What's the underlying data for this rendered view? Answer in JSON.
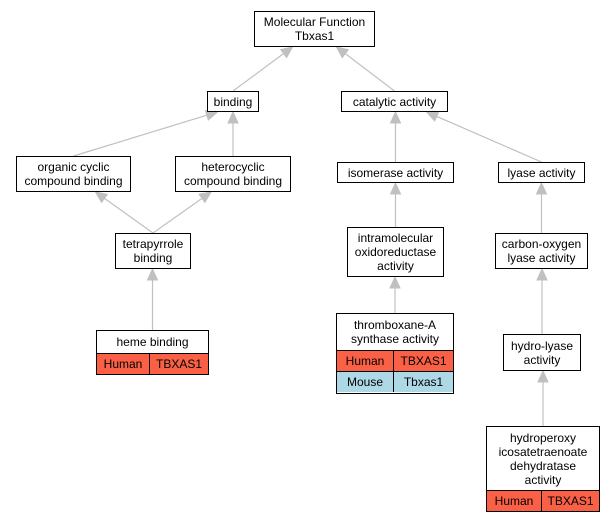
{
  "colors": {
    "edge": "#c0c0c0",
    "node_border": "#000000",
    "human": "#fa6046",
    "mouse": "#add8e6"
  },
  "nodes": {
    "root": {
      "label": "Molecular Function\nTbxas1"
    },
    "binding": {
      "label": "binding"
    },
    "catalytic": {
      "label": "catalytic activity"
    },
    "organic": {
      "label": "organic cyclic\ncompound binding"
    },
    "heterocyclic": {
      "label": "heterocyclic\ncompound binding"
    },
    "isomerase": {
      "label": "isomerase activity"
    },
    "lyase": {
      "label": "lyase activity"
    },
    "tetrapyrrole": {
      "label": "tetrapyrrole\nbinding"
    },
    "intramolecular": {
      "label": "intramolecular\noxidoreductase\nactivity"
    },
    "carbonoxygen": {
      "label": "carbon-oxygen\nlyase activity"
    },
    "heme": {
      "label": "heme binding",
      "annotations": [
        {
          "species": "Human",
          "gene": "TBXAS1",
          "color": "#fa6046"
        }
      ]
    },
    "thromboxane": {
      "label": "thromboxane-A\nsynthase activity",
      "annotations": [
        {
          "species": "Human",
          "gene": "TBXAS1",
          "color": "#fa6046"
        },
        {
          "species": "Mouse",
          "gene": "Tbxas1",
          "color": "#add8e6"
        }
      ]
    },
    "hydrolyase": {
      "label": "hydro-lyase\nactivity"
    },
    "hydroperoxy": {
      "label": "hydroperoxy\nicosatetraenoate\ndehydratase\nactivity",
      "annotations": [
        {
          "species": "Human",
          "gene": "TBXAS1",
          "color": "#fa6046"
        }
      ]
    }
  },
  "edges": [
    {
      "from": "binding",
      "to": "root"
    },
    {
      "from": "catalytic",
      "to": "root"
    },
    {
      "from": "organic",
      "to": "binding"
    },
    {
      "from": "heterocyclic",
      "to": "binding"
    },
    {
      "from": "isomerase",
      "to": "catalytic"
    },
    {
      "from": "lyase",
      "to": "catalytic"
    },
    {
      "from": "tetrapyrrole",
      "to": "organic"
    },
    {
      "from": "tetrapyrrole",
      "to": "heterocyclic"
    },
    {
      "from": "intramolecular",
      "to": "isomerase"
    },
    {
      "from": "carbonoxygen",
      "to": "lyase"
    },
    {
      "from": "heme",
      "to": "tetrapyrrole"
    },
    {
      "from": "thromboxane",
      "to": "intramolecular"
    },
    {
      "from": "hydrolyase",
      "to": "carbonoxygen"
    },
    {
      "from": "hydroperoxy",
      "to": "hydrolyase"
    }
  ]
}
